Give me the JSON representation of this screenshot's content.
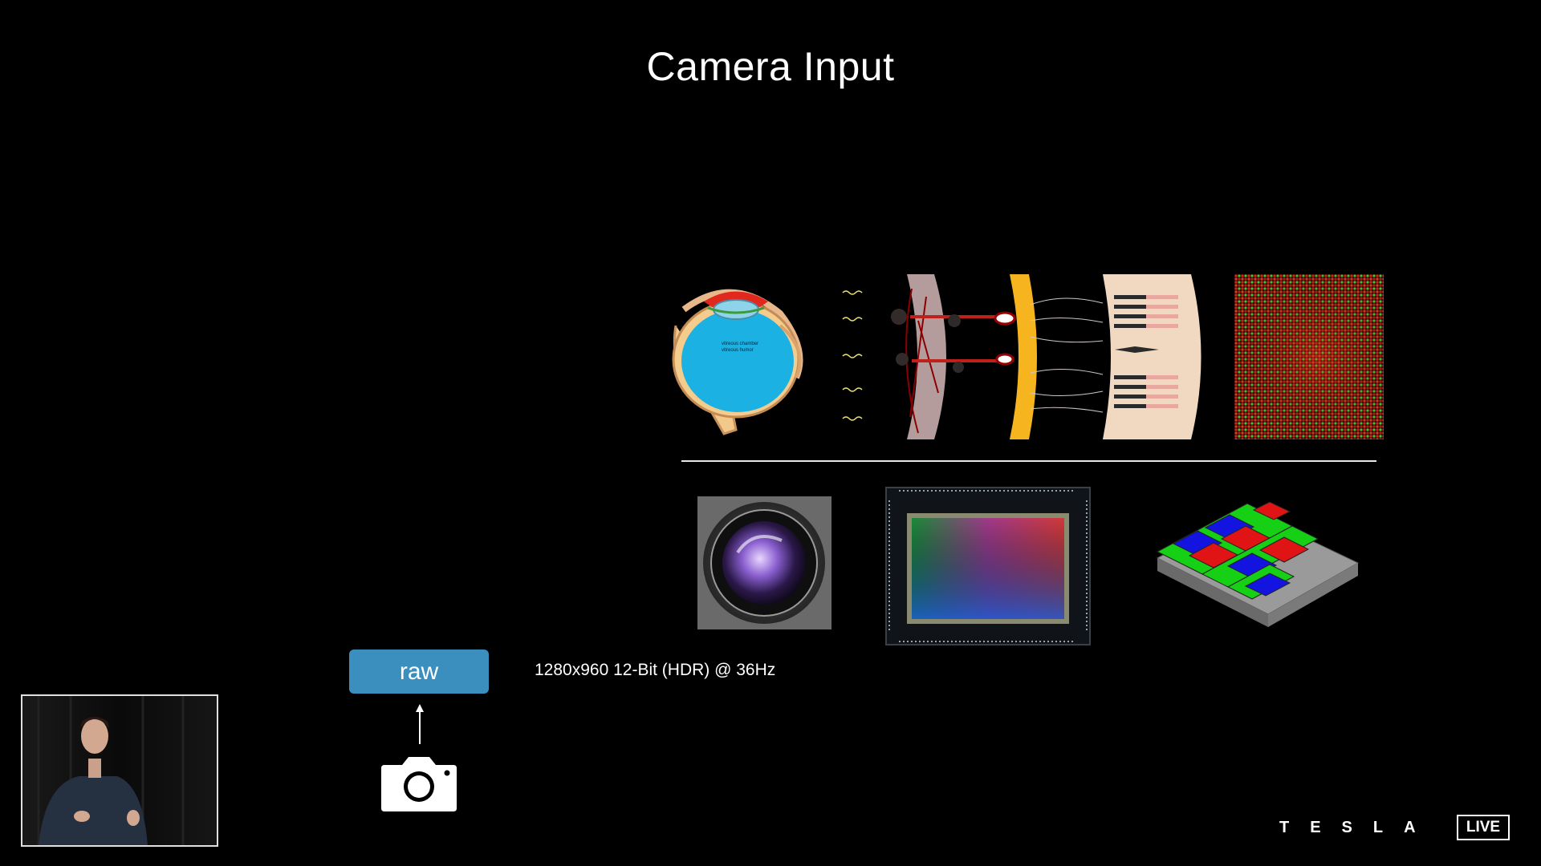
{
  "slide": {
    "title": "Camera Input",
    "raw_label": "raw",
    "spec_text": "1280x960 12-Bit (HDR) @ 36Hz"
  },
  "eye_diagram": {
    "label_line1": "vitreous chamber",
    "label_line2": "vitreous humor"
  },
  "branding": {
    "logo_text": "TESLA",
    "live_label": "LIVE"
  },
  "colors": {
    "background": "#000000",
    "raw_button": "#3a8fbe",
    "text": "#ffffff"
  },
  "icons": {
    "camera": "camera-icon",
    "arrow": "arrow-up-icon"
  }
}
